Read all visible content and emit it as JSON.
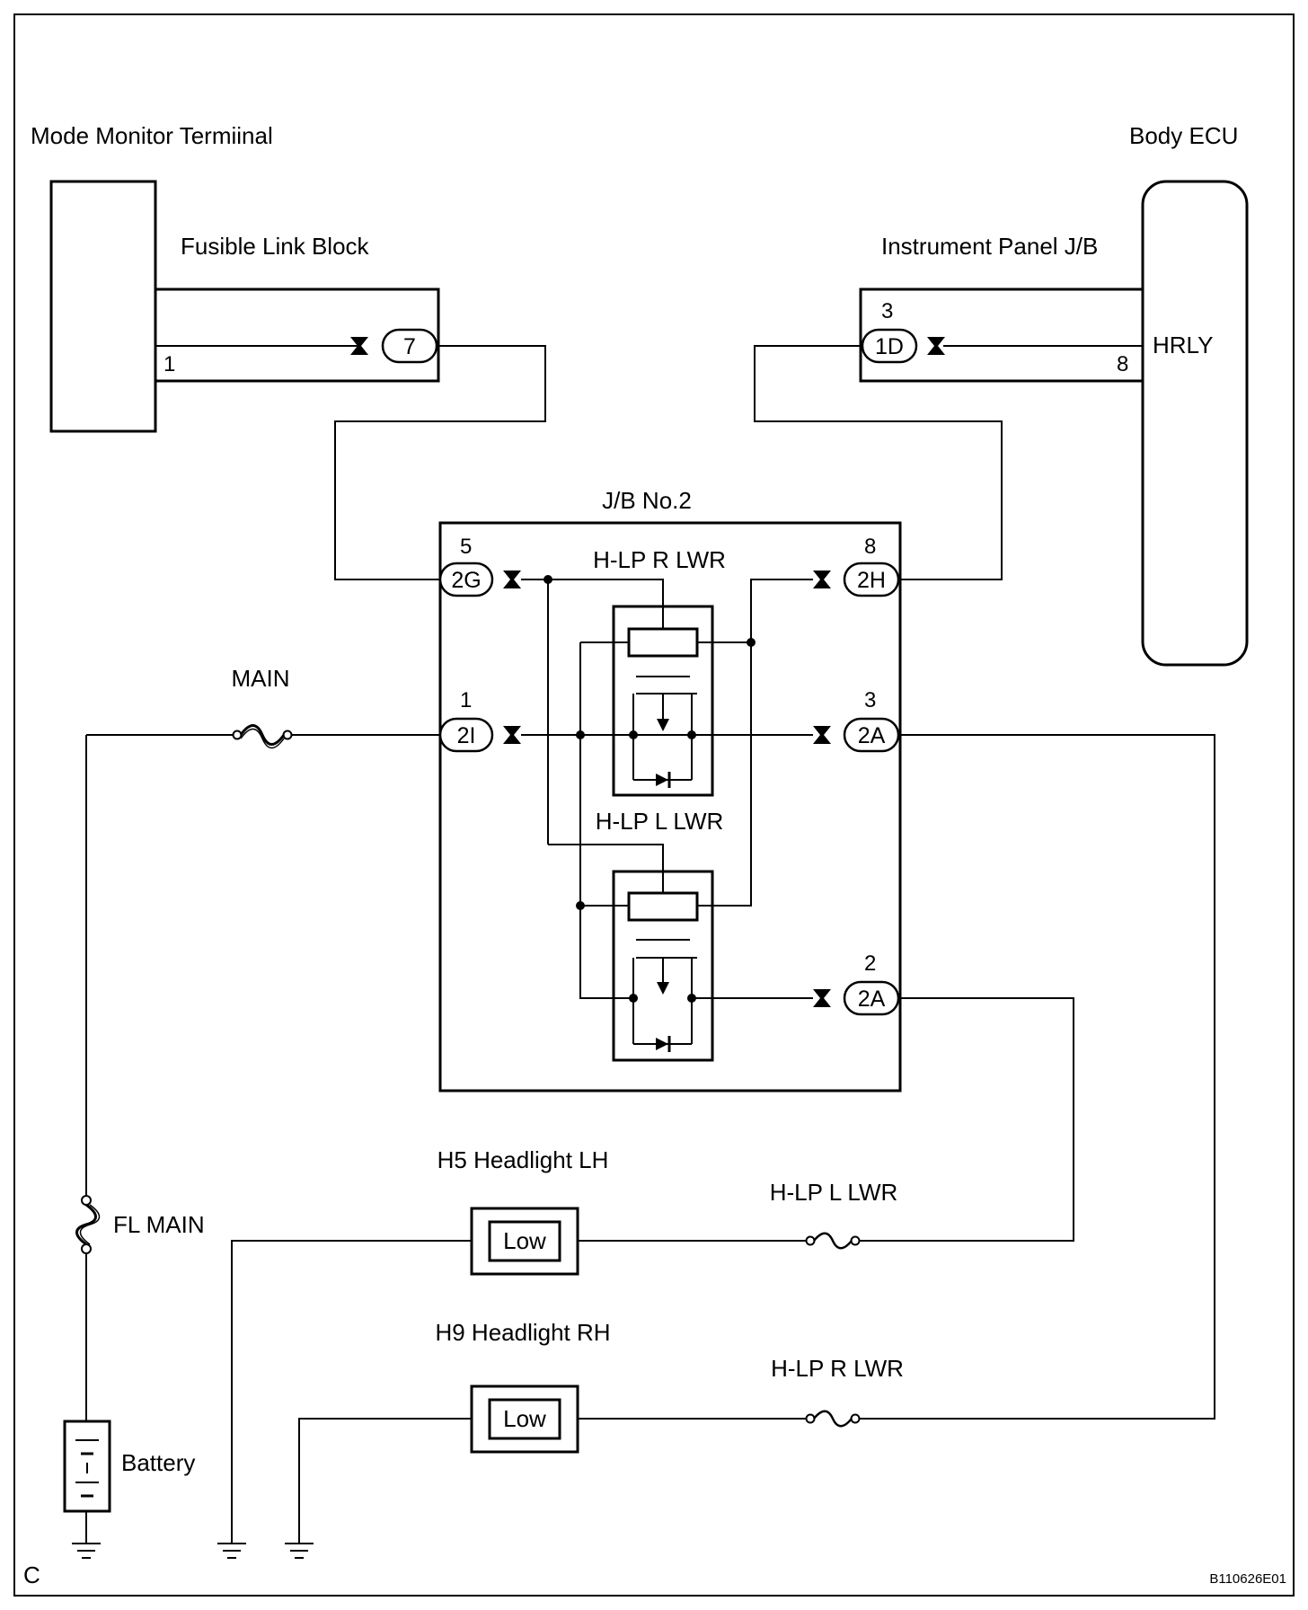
{
  "labels": {
    "mode_monitor": "Mode Monitor Termiinal",
    "body_ecu": "Body ECU",
    "fusible_link_block": "Fusible Link Block",
    "instrument_panel_jb": "Instrument Panel J/B",
    "jb_no2": "J/B No.2",
    "hrly": "HRLY",
    "main_fuse": "MAIN",
    "fl_main": "FL MAIN",
    "battery": "Battery",
    "relay_r": "H-LP R LWR",
    "relay_l": "H-LP L LWR",
    "headlight_lh": "H5 Headlight LH",
    "headlight_rh": "H9 Headlight RH",
    "fuse_l": "H-LP L LWR",
    "fuse_r": "H-LP R LWR",
    "low_lh": "Low",
    "low_rh": "Low",
    "corner": "C",
    "figure_code": "B110626E01"
  },
  "connectors": {
    "flb_7": "7",
    "ipjb_1d": "1D",
    "jb_2g": "2G",
    "jb_2h": "2H",
    "jb_2i": "2I",
    "jb_2a_top": "2A",
    "jb_2a_bottom": "2A"
  },
  "pins": {
    "mode_monitor_1": "1",
    "ipjb_3": "3",
    "ecu_8": "8",
    "jb_5": "5",
    "jb_8": "8",
    "jb_1": "1",
    "jb_3": "3",
    "jb_2": "2"
  }
}
